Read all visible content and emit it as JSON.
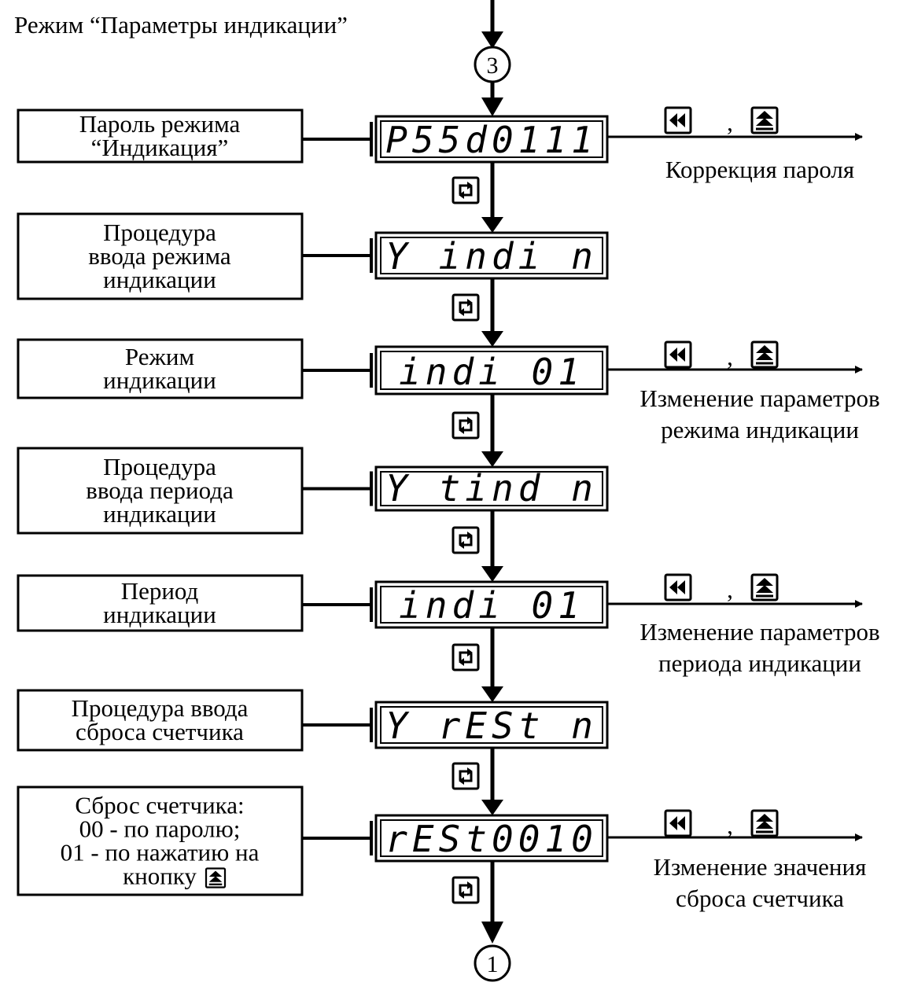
{
  "title": "Режим “Параметры индикации”",
  "connectors": {
    "top": "3",
    "bottom": "1"
  },
  "steps": [
    {
      "label": [
        "Пароль режима",
        "“Индикация”"
      ],
      "display": "P55d0111",
      "action": {
        "keys": [
          "left-double-arrow-key",
          "up-arrow-key"
        ],
        "separator": ",",
        "text": [
          "Коррекция   пароля"
        ]
      }
    },
    {
      "label": [
        "Процедура",
        "ввода режима",
        "индикации"
      ],
      "display": "Y indi n"
    },
    {
      "label": [
        "Режим",
        "индикации"
      ],
      "display": "indi 01",
      "action": {
        "keys": [
          "left-double-arrow-key",
          "up-arrow-key"
        ],
        "separator": ",",
        "text": [
          "Изменение параметров",
          "режима индикации"
        ]
      }
    },
    {
      "label": [
        "Процедура",
        "ввода периода",
        "индикации"
      ],
      "display": "Y tind n"
    },
    {
      "label": [
        "Период",
        "индикации"
      ],
      "display": "indi 01",
      "action": {
        "keys": [
          "left-double-arrow-key",
          "up-arrow-key"
        ],
        "separator": ",",
        "text": [
          "Изменение параметров",
          "периода индикации"
        ]
      }
    },
    {
      "label": [
        "Процедура ввода",
        "сброса счетчика"
      ],
      "display": "Y rESt n"
    },
    {
      "label": [
        "Сброс счетчика:",
        "00 - по паролю;",
        "01 - по нажатию на",
        "кнопку"
      ],
      "display": "rESt0010",
      "action": {
        "keys": [
          "left-double-arrow-key",
          "up-arrow-key"
        ],
        "separator": ",",
        "text": [
          "Изменение значения",
          "сброса счетчика"
        ]
      }
    }
  ],
  "transition_key": "cycle-key"
}
